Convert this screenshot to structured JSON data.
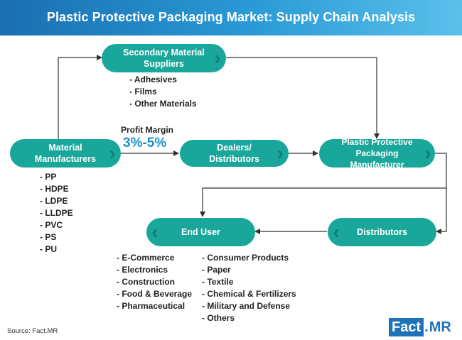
{
  "title": "Plastic Protective Packaging Market: Supply Chain Analysis",
  "nodes": {
    "secondary": "Secondary Material Suppliers",
    "material": "Material Manufacturers",
    "dealers": "Dealers/ Distributors",
    "plastic": "Plastic Protective Packaging Manufacturer",
    "end_user": "End User",
    "distributors": "Distributors"
  },
  "secondary_items": [
    "- Adhesives",
    "- Films",
    "- Other Materials"
  ],
  "material_items": [
    "- PP",
    "- HDPE",
    "- LDPE",
    "- LLDPE",
    "- PVC",
    "- PS",
    "- PU"
  ],
  "profit_margin": {
    "label": "Profit Margin",
    "value": "3%-5%"
  },
  "end_user_items_left": [
    "- E-Commerce",
    "- Electronics",
    "- Construction",
    "- Food & Beverage",
    "- Pharmaceutical"
  ],
  "end_user_items_right": [
    "- Consumer Products",
    "- Paper",
    "- Textile",
    "- Chemical & Fertilizers",
    "- Military and Defense",
    "- Others"
  ],
  "source": "Source: Fact.MR",
  "logo": {
    "fact": "Fact",
    "dot": ".",
    "mr": "MR"
  },
  "colors": {
    "node": "#1aa79b",
    "chevron": "#0f7f75",
    "accent": "#1e90c8",
    "header": "#1a6fb0"
  }
}
